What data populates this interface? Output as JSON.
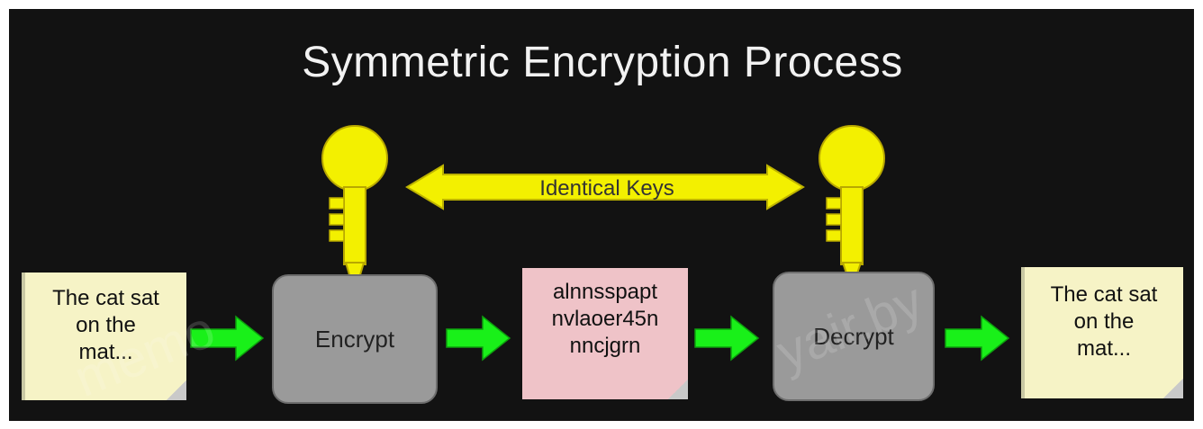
{
  "title": "Symmetric Encryption Process",
  "plaintext_input": {
    "lines": [
      "The cat sat",
      "on the",
      "mat..."
    ]
  },
  "ciphertext": {
    "lines": [
      "alnnsspapt",
      "nvlaoer45n",
      "nncjgrn"
    ]
  },
  "plaintext_output": {
    "lines": [
      "The cat sat",
      "on the",
      "mat..."
    ]
  },
  "encrypt_label": "Encrypt",
  "decrypt_label": "Decrypt",
  "keys_label": "Identical Keys",
  "colors": {
    "background": "#121212",
    "key": "#f3f000",
    "key_shadow": "#c9a400",
    "flow_arrow": "#19f019",
    "process_box": "#9a9a9a",
    "ciphertext_doc": "#efc3c8",
    "plaintext_doc": "#f6f3c6"
  },
  "icons": {
    "key": "key-icon",
    "flow": "green-right-arrow-icon",
    "identical": "double-headed-arrow-icon"
  },
  "watermark_text": [
    "memo",
    "yair.by"
  ]
}
